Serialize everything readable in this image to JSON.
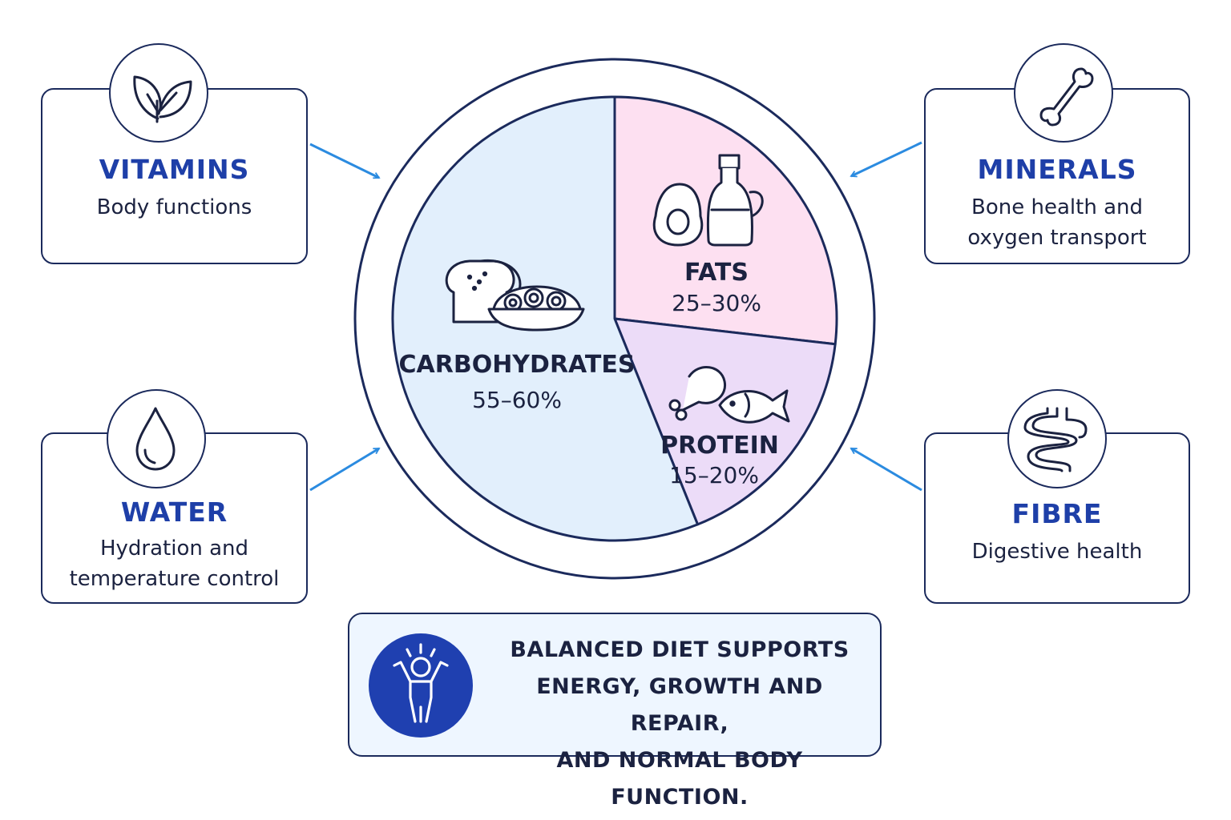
{
  "chart_data": {
    "type": "pie",
    "segments": [
      {
        "name": "CARBOHYDRATES",
        "value_label": "55–60%",
        "value": 57.5,
        "color": "#e2effc",
        "icon": "bread-and-pasta-icon"
      },
      {
        "name": "FATS",
        "value_label": "25–30%",
        "value": 27.5,
        "color": "#fde0f1",
        "icon": "avocado-and-oil-icon"
      },
      {
        "name": "PROTEIN",
        "value_label": "15–20%",
        "value": 17.5,
        "color": "#ecdcf8",
        "icon": "chicken-and-fish-icon"
      }
    ]
  },
  "cards": {
    "vitamins": {
      "title": "VITAMINS",
      "desc": [
        "Body functions"
      ],
      "icon": "leaf-icon"
    },
    "water": {
      "title": "WATER",
      "desc": [
        "Hydration and",
        "temperature control"
      ],
      "icon": "water-drop-icon"
    },
    "minerals": {
      "title": "MINERALS",
      "desc": [
        "Bone health and",
        "oxygen transport"
      ],
      "icon": "bone-icon"
    },
    "fibre": {
      "title": "FIBRE",
      "desc": [
        "Digestive health"
      ],
      "icon": "intestine-icon"
    }
  },
  "summary": {
    "lines": [
      "BALANCED DIET SUPPORTS",
      "ENERGY, GROWTH AND REPAIR,",
      "AND NORMAL BODY FUNCTION."
    ],
    "icon": "cheering-person-icon"
  },
  "colors": {
    "outline": "#1b2a5c",
    "title": "#1e3fa8",
    "arrow": "#2b8be0",
    "summary_bg": "#eef6ff",
    "person_bg": "#1f40b0"
  }
}
